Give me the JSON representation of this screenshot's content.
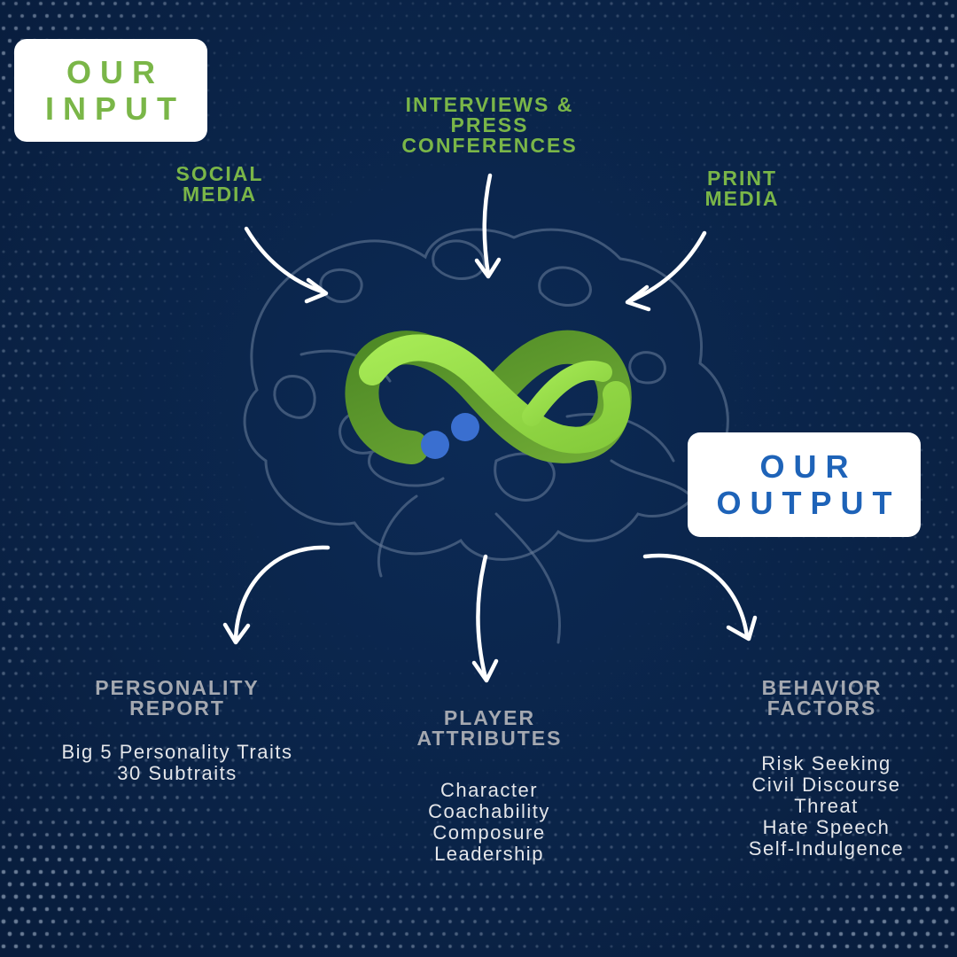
{
  "colors": {
    "background": "#0a2347",
    "input_green": "#7ab648",
    "output_blue": "#1e63b8",
    "logo_light_green": "#9be04a",
    "logo_dark_green": "#5d9a2d",
    "logo_dot_blue": "#3a6fd0",
    "heading_gray": "#a4a8b0"
  },
  "input": {
    "badge_lines": [
      "OUR",
      "INPUT"
    ],
    "sources": {
      "social_media": [
        "SOCIAL",
        "MEDIA"
      ],
      "interviews": [
        "INTERVIEWS &",
        "PRESS",
        "CONFERENCES"
      ],
      "print_media": [
        "PRINT",
        "MEDIA"
      ]
    }
  },
  "center": {
    "icon": "infinity-logo-icon",
    "background_icon": "brain-outline-icon"
  },
  "output": {
    "badge_lines": [
      "OUR",
      "OUTPUT"
    ],
    "personality_report": {
      "heading": [
        "PERSONALITY",
        "REPORT"
      ],
      "items": [
        "Big 5 Personality Traits",
        "30 Subtraits"
      ]
    },
    "player_attributes": {
      "heading": [
        "PLAYER",
        "ATTRIBUTES"
      ],
      "items": [
        "Character",
        "Coachability",
        "Composure",
        "Leadership"
      ]
    },
    "behavior_factors": {
      "heading": [
        "BEHAVIOR",
        "FACTORS"
      ],
      "items": [
        "Risk Seeking",
        "Civil Discourse",
        "Threat",
        "Hate Speech",
        "Self-Indulgence"
      ]
    }
  }
}
